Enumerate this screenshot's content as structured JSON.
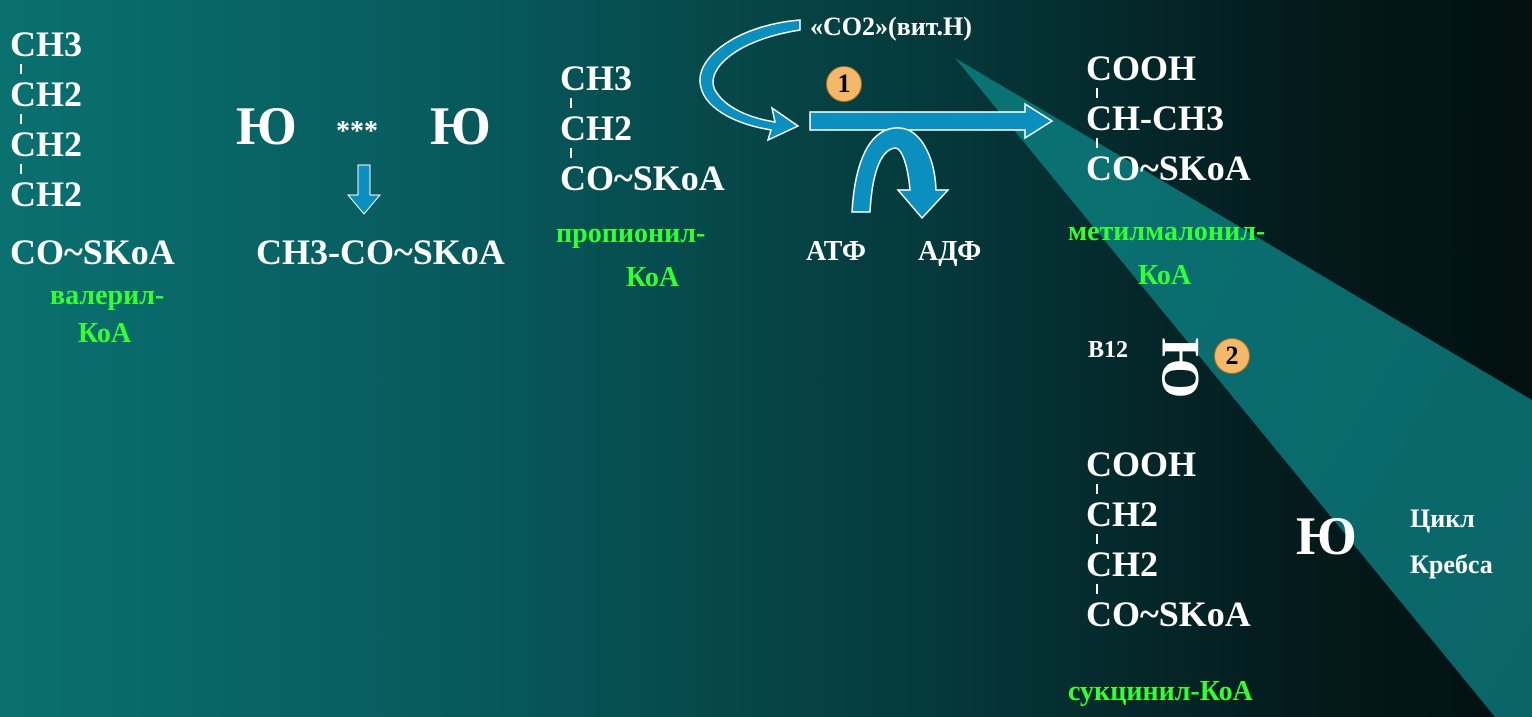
{
  "valeryl": {
    "lines": [
      "CH3",
      "CH2",
      "CH2",
      "CH2",
      "CO~SKoA"
    ],
    "name1": "валерил-",
    "name2": "КоА"
  },
  "arrow_glyph": "Ю",
  "stars": "***",
  "acetyl": "CH3-CO~SKoA",
  "propionyl": {
    "lines": [
      "CH3",
      "CH2",
      "CO~SKoA"
    ],
    "name1": "пропионил-",
    "name2": "КоА"
  },
  "co2_label": "«CO2»(вит.Н)",
  "step1": "1",
  "atp": "АТФ",
  "adp": "АДФ",
  "methylmalonyl": {
    "lines": [
      "COOH",
      "CH-CH3",
      "CO~SKoA"
    ],
    "name1": "метилмалонил-",
    "name2": "КоА"
  },
  "b12": "B12",
  "step2": "2",
  "succinyl": {
    "lines": [
      "COOH",
      "CH2",
      "CH2",
      "CO~SKoA"
    ],
    "name": "сукцинил-КоА"
  },
  "krebs1": "Цикл",
  "krebs2": "Кребса",
  "colors": {
    "green_label": "#33ff33",
    "arrow_blue": "#0a8fbf",
    "badge": "#f4b86a"
  }
}
